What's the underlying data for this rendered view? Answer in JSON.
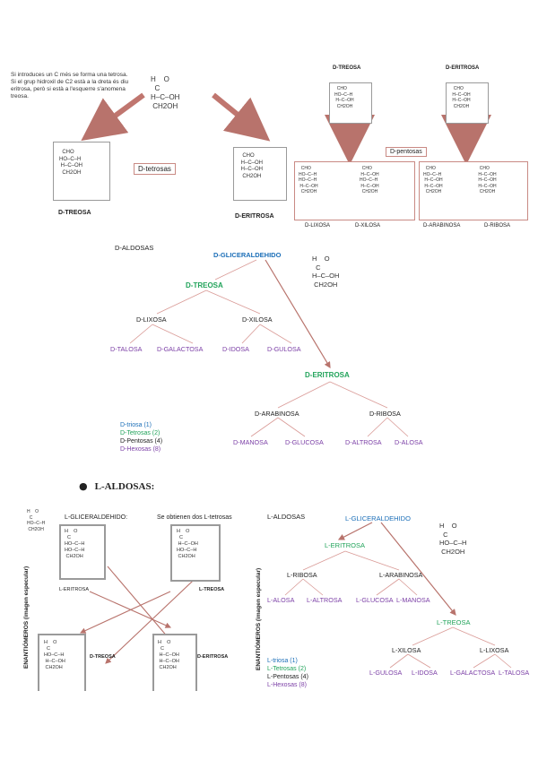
{
  "intro_note": {
    "line1": "Si introduces un C més se forma una tetrosa.",
    "line2": "Si el grup hidroxil de C2 està a la dreta és diu eritrosa, però si està a l'esquerre s'anomena treosa."
  },
  "top_section": {
    "aldehyde_structure": "H    O\n  C\nH–C–OH\n CH2OH",
    "d_treosa_structure": "  CHO\nHO–C–H\n H–C–OH\n  CH2OH",
    "d_eritrosa_structure": "  CHO\n H–C–OH\n H–C–OH\n  CH2OH",
    "d_treosa_label": "D-TREOSA",
    "d_eritrosa_label": "D-ERITROSA",
    "d_tetrosas_tag": "D-tetrosas",
    "d_pentosas_tag": "D-pentosas",
    "treosa_header": "D-TREOSA",
    "eritrosa_header": "D-ERITROSA",
    "pentoses": [
      "D-LIXOSA",
      "D-XILOSA",
      "D-ARABINOSA",
      "D-RIBOSA"
    ]
  },
  "d_tree": {
    "title": "D-ALDOSAS",
    "root": "D-GLICERALDEHIDO",
    "root_structure": "H    O\n  C\nH–C–OH\n CH2OH",
    "treosa": "D-TREOSA",
    "lixosa": "D-LIXOSA",
    "xilosa": "D-XILOSA",
    "leaves_treosa": [
      "D-TALOSA",
      "D-GALACTOSA",
      "D-IDOSA",
      "D-GULOSA"
    ],
    "eritrosa": "D-ERITROSA",
    "arabinosa": "D-ARABINOSA",
    "ribosa": "D-RIBOSA",
    "leaves_eritrosa": [
      "D-MANOSA",
      "D-GLUCOSA",
      "D-ALTROSA",
      "D-ALOSA"
    ],
    "legend": [
      "D-triosa (1)",
      "D-Tetrosas (2)",
      "D-Pentosas (4)",
      "D-Hexosas (8)"
    ]
  },
  "section_heading": "L-ALDOSAS:",
  "l_left": {
    "glyceraldehyde_label": "L-GLICERALDEHIDO:",
    "obtain_text": "Se obtienen dos L-tetrosas",
    "small_structure": "H    O\n  C\nHO–C–H\n CH2OH",
    "l_eritrosa_structure": "H    O\n  C\nHO–C–H\nHO–C–H\n CH2OH",
    "l_treosa_structure": "H    O\n  C\n H–C–OH\nHO–C–H\n CH2OH",
    "d_treosa_structure": "H    O\n  C\nHO–C–H\n H–C–OH\n CH2OH",
    "d_eritrosa_structure": "H    O\n  C\n H–C–OH\n H–C–OH\n CH2OH",
    "l_eritrosa_label": "L-ERITROSA",
    "l_treosa_label": "L-TREOSA",
    "d_treosa_label": "D-TREOSA",
    "d_eritrosa_label": "D-ERITROSA",
    "vertical_label": "ENANTIÓMEROS (imagen especular)"
  },
  "l_tree": {
    "title": "L-ALDOSAS",
    "root": "L-GLICERALDEHIDO",
    "root_structure": "H    O\n  C\nHO–C–H\n CH2OH",
    "eritrosa": "L-ERITROSA",
    "ribosa": "L-RIBOSA",
    "arabinosa": "L-ARABINOSA",
    "leaves_eritrosa": [
      "L-ALOSA",
      "L-ALTROSA",
      "L-GLUCOSA",
      "L-MANOSA"
    ],
    "treosa": "L-TREOSA",
    "xilosa": "L-XILOSA",
    "lixosa": "L-LIXOSA",
    "leaves_treosa": [
      "L-GULOSA",
      "L-IDOSA",
      "L-GALACTOSA",
      "L-TALOSA"
    ],
    "vertical_label": "ENANTIÓMEROS (imagen especular)",
    "legend": [
      "L-triosa (1)",
      "L-Tetrosas (2)",
      "L-Pentosas (4)",
      "L-Hexosas (8)"
    ]
  },
  "colors": {
    "arrow": "#c0766f",
    "tree_line": "#d99a96",
    "blue": "#1c6fb8",
    "green": "#21a35a",
    "purple": "#7b3fa6"
  }
}
